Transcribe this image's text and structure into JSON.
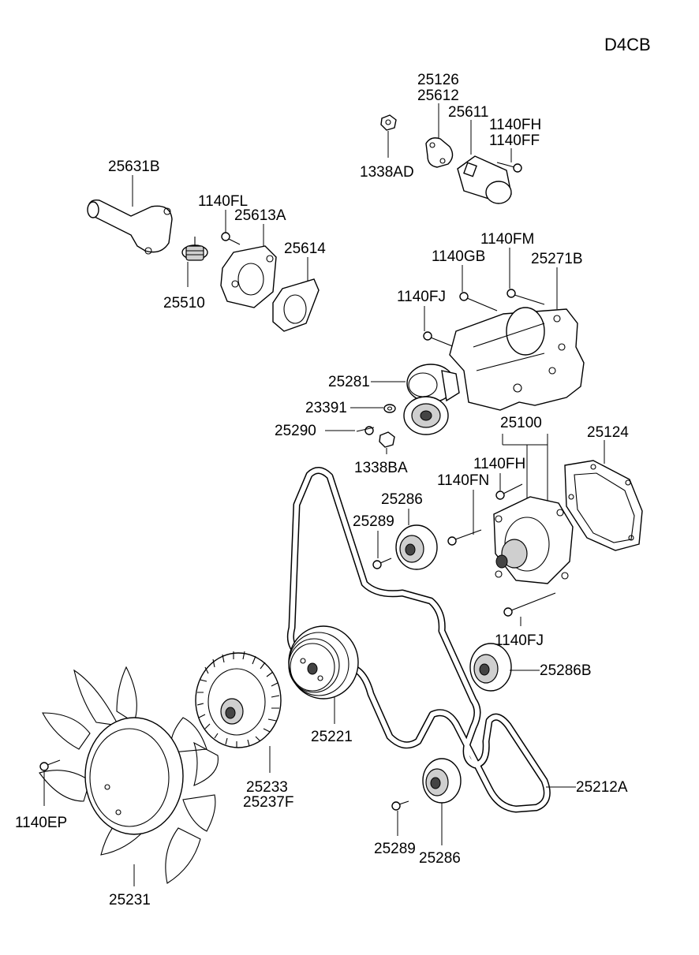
{
  "engine_code": "D4CB",
  "labels": {
    "p25126": "25126",
    "p25612": "25612",
    "p25611": "25611",
    "p1140FH_top": "1140FH",
    "p1140FF": "1140FF",
    "p1338AD": "1338AD",
    "p25631B": "25631B",
    "p1140FL": "1140FL",
    "p25613A": "25613A",
    "p25614": "25614",
    "p25510": "25510",
    "p1140FM": "1140FM",
    "p1140GB": "1140GB",
    "p25271B": "25271B",
    "p1140FJ_top": "1140FJ",
    "p25281": "25281",
    "p23391": "23391",
    "p25290": "25290",
    "p1338BA": "1338BA",
    "p25100": "25100",
    "p25124": "25124",
    "p1140FH_mid": "1140FH",
    "p1140FN": "1140FN",
    "p25286_mid": "25286",
    "p25289_mid": "25289",
    "p1140FJ_bot": "1140FJ",
    "p25286B": "25286B",
    "p25221": "25221",
    "p25233": "25233",
    "p25237F": "25237F",
    "p1140EP": "1140EP",
    "p25212A": "25212A",
    "p25289_bot": "25289",
    "p25286_bot": "25286",
    "p25231": "25231"
  }
}
